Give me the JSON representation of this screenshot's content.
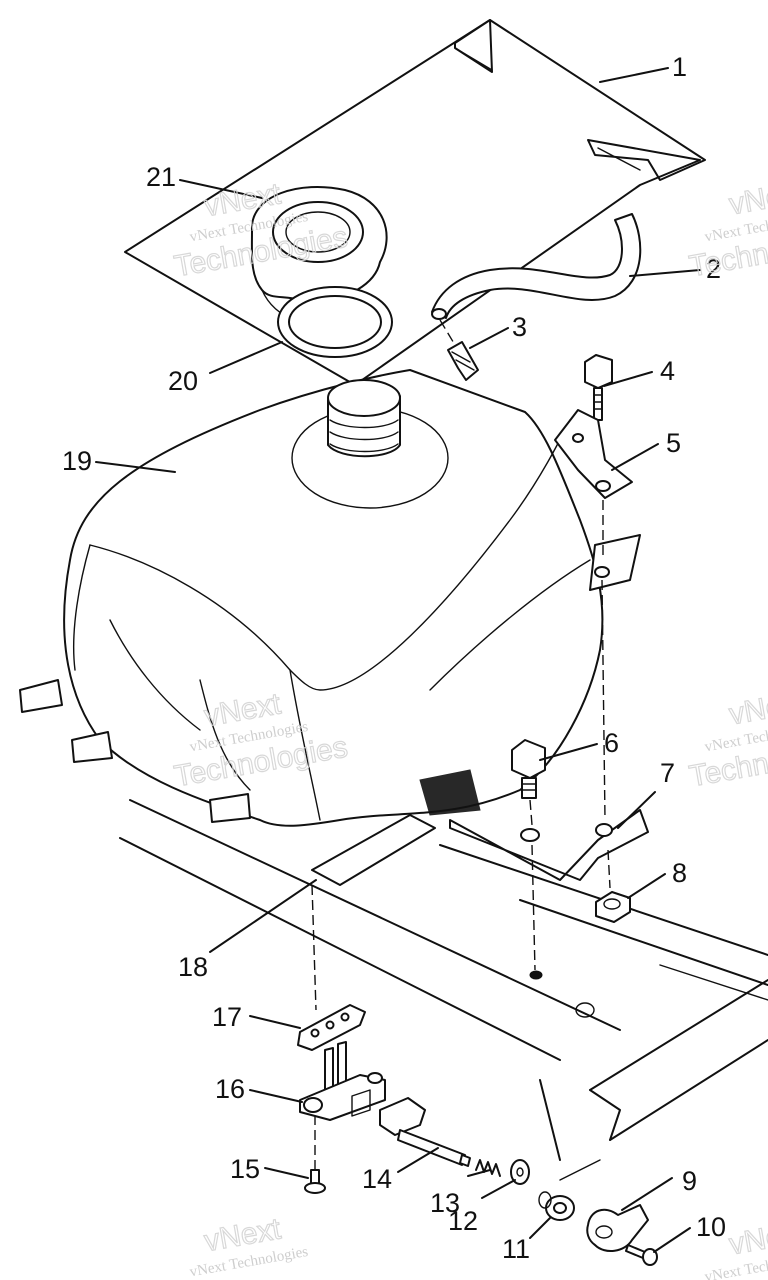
{
  "diagram": {
    "callouts": [
      {
        "id": "1",
        "label": "1"
      },
      {
        "id": "2",
        "label": "2"
      },
      {
        "id": "3",
        "label": "3"
      },
      {
        "id": "4",
        "label": "4"
      },
      {
        "id": "5",
        "label": "5"
      },
      {
        "id": "6",
        "label": "6"
      },
      {
        "id": "7",
        "label": "7"
      },
      {
        "id": "8",
        "label": "8"
      },
      {
        "id": "9",
        "label": "9"
      },
      {
        "id": "10",
        "label": "10"
      },
      {
        "id": "11",
        "label": "11"
      },
      {
        "id": "12",
        "label": "12"
      },
      {
        "id": "13",
        "label": "13"
      },
      {
        "id": "14",
        "label": "14"
      },
      {
        "id": "15",
        "label": "15"
      },
      {
        "id": "16",
        "label": "16"
      },
      {
        "id": "17",
        "label": "17"
      },
      {
        "id": "18",
        "label": "18"
      },
      {
        "id": "19",
        "label": "19"
      },
      {
        "id": "20",
        "label": "20"
      },
      {
        "id": "21",
        "label": "21"
      }
    ],
    "watermark": {
      "line1": "vNext",
      "line2": "vNext Technologies",
      "line3": "Technologies"
    }
  }
}
